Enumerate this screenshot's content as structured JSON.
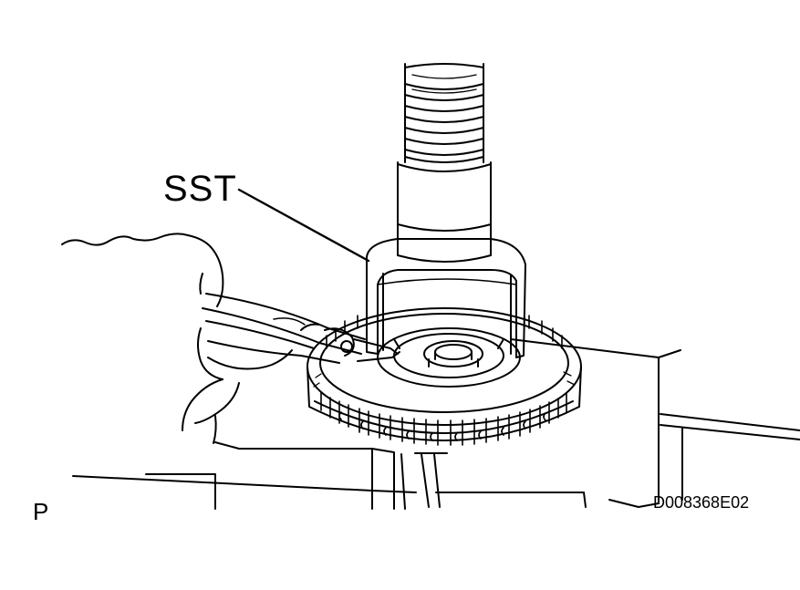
{
  "labels": {
    "tool": "SST",
    "view_code": "P",
    "figure_id": "D008368E02"
  },
  "colors": {
    "ink": "#000000",
    "paper": "#ffffff"
  }
}
